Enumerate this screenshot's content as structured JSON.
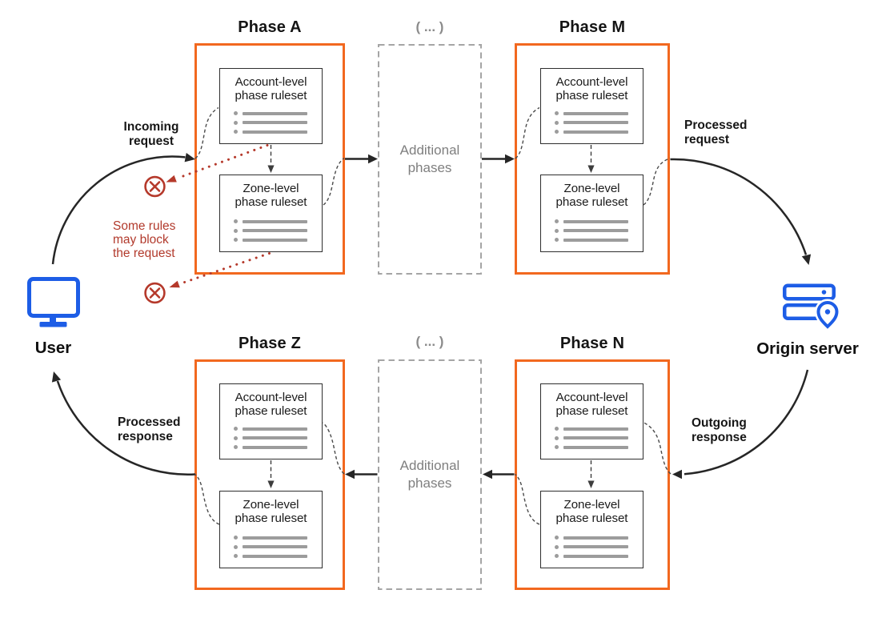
{
  "colors": {
    "phase_border_orange": "#f2681f",
    "endpoint_icon_blue": "#1d5de6",
    "arrow_black": "#262626",
    "blocked_red": "#b23a2c",
    "dashed_gray": "#a5a5a5",
    "list_gray": "#9c9c9c"
  },
  "phases": [
    {
      "name": "Phase A",
      "position": "top-left",
      "rulesets": [
        {
          "label": "Account-level phase ruleset"
        },
        {
          "label": "Zone-level phase ruleset"
        }
      ]
    },
    {
      "name": "Phase M",
      "position": "top-right",
      "rulesets": [
        {
          "label": "Account-level phase ruleset"
        },
        {
          "label": "Zone-level phase ruleset"
        }
      ]
    },
    {
      "name": "Phase Z",
      "position": "bottom-left",
      "rulesets": [
        {
          "label": "Account-level phase ruleset"
        },
        {
          "label": "Zone-level phase ruleset"
        }
      ]
    },
    {
      "name": "Phase N",
      "position": "bottom-right",
      "rulesets": [
        {
          "label": "Account-level phase ruleset"
        },
        {
          "label": "Zone-level phase ruleset"
        }
      ]
    }
  ],
  "additional_phases": {
    "label": "Additional phases",
    "ellipsis": "( ... )"
  },
  "endpoints": {
    "user": {
      "label": "User",
      "icon": "monitor-icon"
    },
    "origin": {
      "label": "Origin server",
      "icon": "server-location-icon"
    }
  },
  "flow_labels": {
    "incoming_request": "Incoming request",
    "processed_request": "Processed request",
    "outgoing_response": "Outgoing response",
    "processed_response": "Processed response"
  },
  "block_note": "Some rules may block the request"
}
